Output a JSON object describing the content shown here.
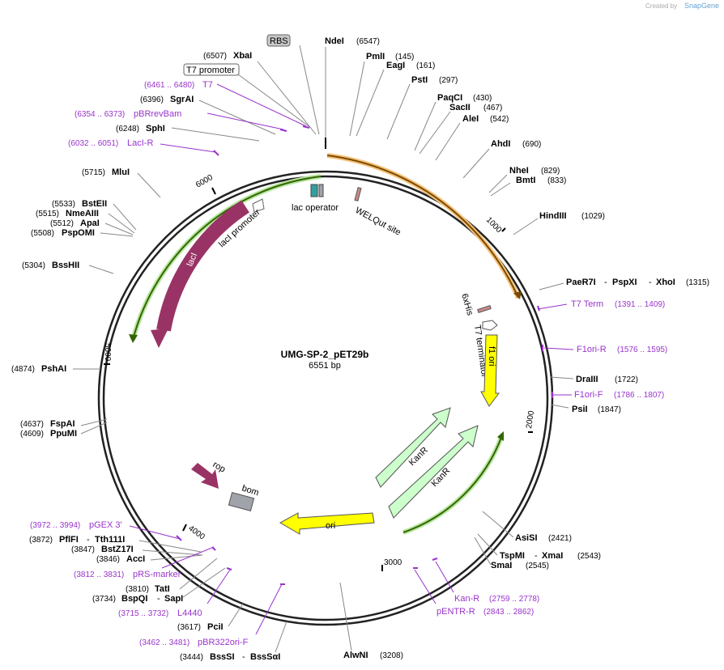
{
  "credit": {
    "text": "Created by",
    "brand": "SnapGene"
  },
  "plasmid": {
    "name": "UMG-SP-2_pET29b",
    "size_label": "6551 bp",
    "length_bp": 6551
  },
  "ticks": [
    {
      "label": "1000",
      "bp": 1000
    },
    {
      "label": "2000",
      "bp": 2000
    },
    {
      "label": "3000",
      "bp": 3000
    },
    {
      "label": "4000",
      "bp": 4000
    },
    {
      "label": "5000",
      "bp": 5000
    },
    {
      "label": "6000",
      "bp": 6000
    }
  ],
  "enzymes": [
    {
      "name": "NdeI",
      "pos": "(6547)"
    },
    {
      "name": "PmlI",
      "pos": "(145)"
    },
    {
      "name": "EagI",
      "pos": "(161)"
    },
    {
      "name": "PstI",
      "pos": "(297)"
    },
    {
      "name": "PaqCI",
      "pos": "(430)"
    },
    {
      "name": "SacII",
      "pos": "(467)"
    },
    {
      "name": "AleI",
      "pos": "(542)"
    },
    {
      "name": "AhdI",
      "pos": "(690)"
    },
    {
      "name": "NheI",
      "pos": "(829)"
    },
    {
      "name": "BmtI",
      "pos": "(833)"
    },
    {
      "name": "HindIII",
      "pos": "(1029)"
    },
    {
      "name": "PaeR7I",
      "name2": "PspXI",
      "name3": "XhoI",
      "pos": "(1315)"
    },
    {
      "name": "DraIII",
      "pos": "(1722)"
    },
    {
      "name": "PsiI",
      "pos": "(1847)"
    },
    {
      "name": "AsiSI",
      "pos": "(2421)"
    },
    {
      "name": "TspMI",
      "name2": "XmaI",
      "pos": "(2543)"
    },
    {
      "name": "SmaI",
      "pos": "(2545)"
    },
    {
      "name": "AlwNI",
      "pos": "(3208)"
    },
    {
      "name": "BssSI",
      "name2": "BssSαI",
      "pos": "(3444)"
    },
    {
      "name": "PciI",
      "pos": "(3617)"
    },
    {
      "name": "BspQI",
      "name2": "SapI",
      "pos": "(3734)"
    },
    {
      "name": "TatI",
      "pos": "(3810)"
    },
    {
      "name": "AccI",
      "pos": "(3846)"
    },
    {
      "name": "BstZ17I",
      "pos": "(3847)"
    },
    {
      "name": "PflFI",
      "name2": "Tth111I",
      "pos": "(3872)"
    },
    {
      "name": "PpuMI",
      "pos": "(4609)"
    },
    {
      "name": "FspAI",
      "pos": "(4637)"
    },
    {
      "name": "PshAI",
      "pos": "(4874)"
    },
    {
      "name": "BssHII",
      "pos": "(5304)"
    },
    {
      "name": "PspOMI",
      "pos": "(5508)"
    },
    {
      "name": "ApaI",
      "pos": "(5512)"
    },
    {
      "name": "NmeAIII",
      "pos": "(5515)"
    },
    {
      "name": "BstEII",
      "pos": "(5533)"
    },
    {
      "name": "MluI",
      "pos": "(5715)"
    },
    {
      "name": "SphI",
      "pos": "(6248)"
    },
    {
      "name": "SgrAI",
      "pos": "(6396)"
    },
    {
      "name": "XbaI",
      "pos": "(6507)"
    }
  ],
  "primers": [
    {
      "name": "T7",
      "range": "(6461 .. 6480)"
    },
    {
      "name": "pBRrevBam",
      "range": "(6354 .. 6373)"
    },
    {
      "name": "LacI-R",
      "range": "(6032 .. 6051)"
    },
    {
      "name": "T7 Term",
      "range": "(1391 .. 1409)"
    },
    {
      "name": "F1ori-R",
      "range": "(1576 .. 1595)"
    },
    {
      "name": "F1ori-F",
      "range": "(1786 .. 1807)"
    },
    {
      "name": "Kan-R",
      "range": "(2759 .. 2778)"
    },
    {
      "name": "pENTR-R",
      "range": "(2843 .. 2862)"
    },
    {
      "name": "pBR322ori-F",
      "range": "(3462 .. 3481)"
    },
    {
      "name": "L4440",
      "range": "(3715 .. 3732)"
    },
    {
      "name": "pRS-marker",
      "range": "(3812 .. 3831)"
    },
    {
      "name": "pGEX 3'",
      "range": "(3972 .. 3994)"
    }
  ],
  "boxed_features": [
    {
      "name": "RBS"
    },
    {
      "name": "T7 promoter"
    }
  ],
  "features": [
    {
      "name": "lacI",
      "color": "#993366"
    },
    {
      "name": "lacI promoter",
      "color": "#ffffff"
    },
    {
      "name": "lac operator",
      "color": "#33a0a0"
    },
    {
      "name": "WELQut site",
      "color": "#cc8888"
    },
    {
      "name": "6xHis",
      "color": "#cc8888"
    },
    {
      "name": "T7 terminator",
      "color": "#ffffff"
    },
    {
      "name": "f1 ori",
      "color": "#ffff00"
    },
    {
      "name": "KanR",
      "color": "#ccffcc"
    },
    {
      "name": "KanR",
      "color": "#ccffcc"
    },
    {
      "name": "ori",
      "color": "#ffff00"
    },
    {
      "name": "rop",
      "color": "#993366"
    },
    {
      "name": "bom",
      "color": "#a0a4aa"
    }
  ],
  "colors": {
    "backbone": "#222222",
    "primer": "#9933cc",
    "orf_orange": "#f5b041",
    "orf_green": "#66cc33",
    "lacI": "#993366",
    "ori": "#ffff00",
    "kanr": "#ccffcc"
  }
}
